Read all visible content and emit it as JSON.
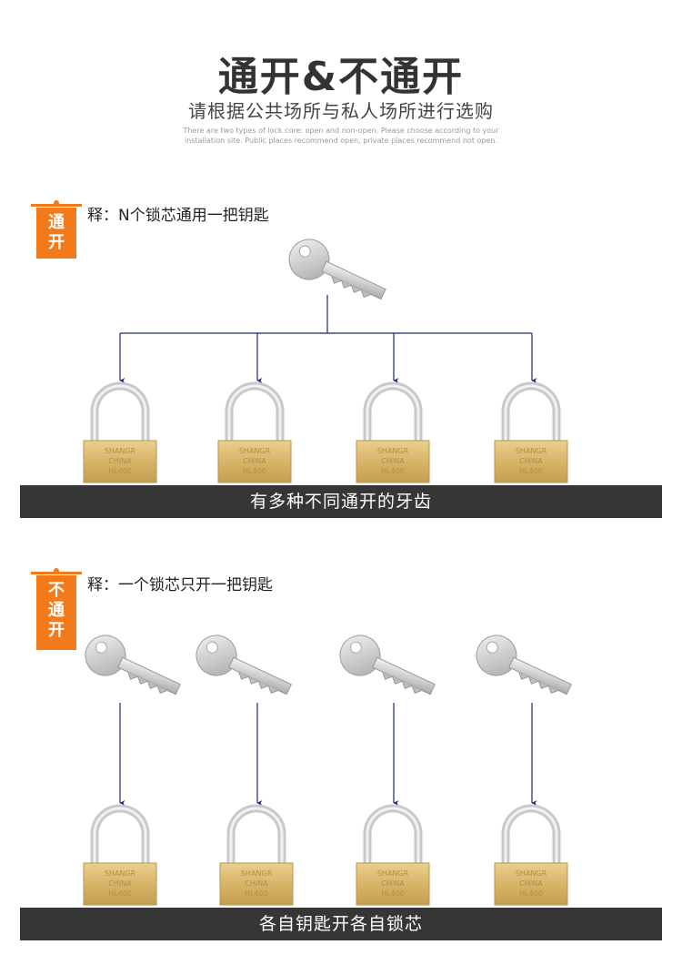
{
  "header": {
    "title": "通开&不通开",
    "subtitle": "请根据公共场所与私人场所进行选购",
    "note_line1": "There are two types of lock core: open and non-open. Please choose according to your",
    "note_line2": "installation site. Public places recommend open, private places recommend not open."
  },
  "section_master": {
    "tag": [
      "通",
      "开"
    ],
    "description": "释：N个锁芯通用一把钥匙",
    "bottom_bar": "有多种不同通开的牙齿"
  },
  "section_individual": {
    "tag": [
      "不",
      "通",
      "开"
    ],
    "description": "释：一个锁芯只开一把钥匙",
    "bottom_bar": "各自钥匙开各自锁芯"
  },
  "lock_engraving": [
    "SHANGR",
    "CHINA",
    "HL400"
  ],
  "colors": {
    "accent_orange": "#f27a1a",
    "bar_dark": "#363636",
    "arrow_navy": "#1c2a6a",
    "brass": "#d8b468"
  }
}
